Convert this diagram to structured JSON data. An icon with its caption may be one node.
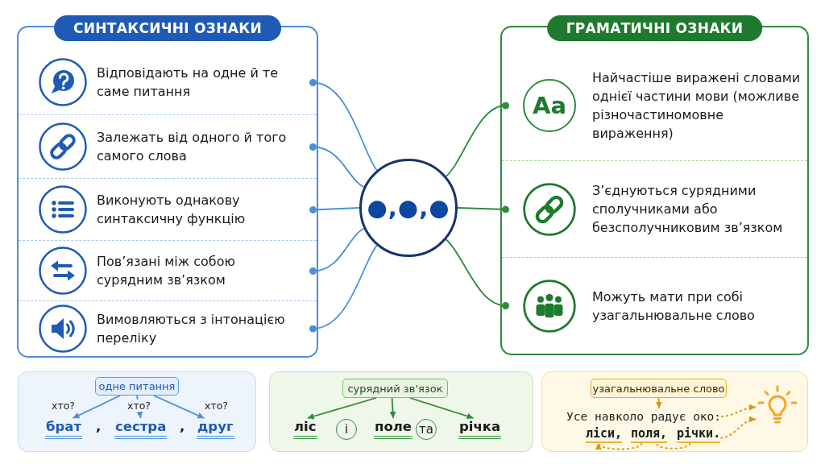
{
  "diagram": {
    "nodes": [
      {
        "text": [
          "СИНТАКСИЧНІ ОЗНАКИ"
        ]
      },
      {
        "text": [
          "Відповідають на одне й те саме питання"
        ],
        "in": 0
      },
      {
        "text": [
          "Залежать від одного й того самого слова"
        ],
        "in": 0
      },
      {
        "text": [
          "Виконують однакову синтаксичну функцію"
        ],
        "in": 0
      },
      {
        "text": [
          "Пов’язані між собою сурядним зв’язком"
        ],
        "in": 0
      },
      {
        "text": [
          "Вимовляються з інтонацією переліку"
        ],
        "in": 0
      },
      {
        "text": [
          "●,●,●"
        ]
      },
      {
        "text": [
          "ГРАМАТИЧНІ ОЗНАКИ"
        ]
      },
      {
        "text": [
          "Aa",
          "Найчастіше виражені словами однієї частини мови (можливе різночастиномовне вираження)"
        ],
        "in": 7
      },
      {
        "text": [
          "З’єднуються сурядними сполучниками або безсполучниковим зв’язком"
        ],
        "in": 7
      },
      {
        "text": [
          "Можуть мати при собі узагальнювальне слово"
        ],
        "in": 7
      },
      {
        "text": [],
        "shape": "box"
      },
      {
        "text": [
          "одне питання"
        ],
        "in": 11
      },
      {
        "text": [
          "брат"
        ],
        "in": 11
      },
      {
        "text": [
          "сестра"
        ],
        "in": 11
      },
      {
        "text": [
          "друг"
        ],
        "in": 11
      },
      {
        "text": [],
        "shape": "box"
      },
      {
        "text": [
          "сурядний зв'язок"
        ],
        "in": 16
      },
      {
        "text": [
          "ліс"
        ],
        "in": 16
      },
      {
        "text": [
          "і"
        ],
        "in": 16
      },
      {
        "text": [
          "поле"
        ],
        "in": 16
      },
      {
        "text": [
          "та"
        ],
        "in": 16
      },
      {
        "text": [
          "річка"
        ],
        "in": 16
      },
      {
        "text": [],
        "shape": "box"
      },
      {
        "text": [
          "узагальнювальне слово"
        ],
        "in": 23
      },
      {
        "text": [
          "Усе навколо радує око:"
        ],
        "in": 23
      },
      {
        "text": [
          "ліси,"
        ],
        "in": 23
      },
      {
        "text": [
          "поля,"
        ],
        "in": 23
      },
      {
        "text": [
          "річки."
        ],
        "in": 23
      },
      {
        "text": [],
        "shape": "picture",
        "in": 23
      }
    ],
    "edges": [
      {
        "from": 1,
        "to": 6,
        "arrow": "other"
      },
      {
        "from": 2,
        "to": 6,
        "arrow": "other"
      },
      {
        "from": 3,
        "to": 6,
        "arrow": "other"
      },
      {
        "from": 4,
        "to": 6,
        "arrow": "other"
      },
      {
        "from": 5,
        "to": 6,
        "arrow": "other"
      },
      {
        "from": 6,
        "to": 8,
        "arrow": "other",
        "color": "#2e8b3a"
      },
      {
        "from": 6,
        "to": 9,
        "arrow": "other",
        "color": "#2e8b3a"
      },
      {
        "from": 6,
        "to": 10,
        "arrow": "other",
        "color": "#2e8b3a"
      },
      {
        "from": 12,
        "to": 13,
        "arrow": "to",
        "label": "хто?"
      },
      {
        "from": 12,
        "to": 14,
        "arrow": "to",
        "label": "хто?"
      },
      {
        "from": 12,
        "to": 15,
        "arrow": "to",
        "label": "хто?"
      },
      {
        "from": 17,
        "to": 18,
        "arrow": "to",
        "color": "#2e8b3a"
      },
      {
        "from": 17,
        "to": 20,
        "arrow": "to",
        "color": "#2e8b3a"
      },
      {
        "from": 17,
        "to": 22,
        "arrow": "to",
        "color": "#2e8b3a"
      },
      {
        "from": 24,
        "to": 25,
        "arrow": "to",
        "color": "#d9951f"
      },
      {
        "from": 27,
        "to": 26,
        "arrow": "to",
        "style": "dashed",
        "color": "#d9951f"
      },
      {
        "from": 28,
        "to": 27,
        "arrow": "none",
        "style": "dashed",
        "color": "#d9951f"
      },
      {
        "from": 28,
        "to": 29,
        "arrow": "to",
        "style": "dashed",
        "color": "#d9951f"
      },
      {
        "from": 25,
        "to": 29,
        "arrow": "to",
        "style": "dashed",
        "color": "#d9951f"
      }
    ],
    "labels": [
      ",",
      ","
    ]
  }
}
